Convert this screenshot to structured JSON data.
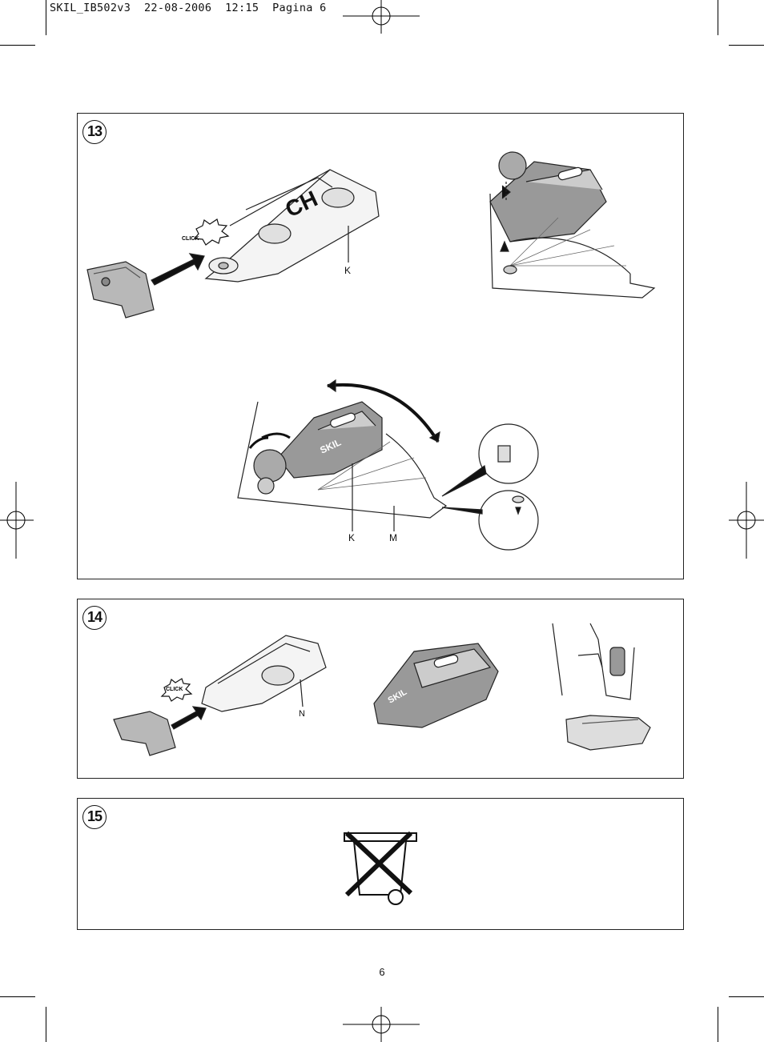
{
  "slug": "SKIL_IB502v3  22-08-2006  12:15  Pagina 6",
  "panels": [
    {
      "number": "13",
      "labels": {
        "k_top": "K",
        "k_bottom": "K",
        "m": "M"
      },
      "click": "CLICK",
      "brand": "SKIL"
    },
    {
      "number": "14",
      "labels": {
        "n": "N"
      },
      "click": "CLICK",
      "brand": "SKIL"
    },
    {
      "number": "15",
      "icon": "crossed-out-wheelie-bin-icon"
    }
  ],
  "page_number": "6"
}
